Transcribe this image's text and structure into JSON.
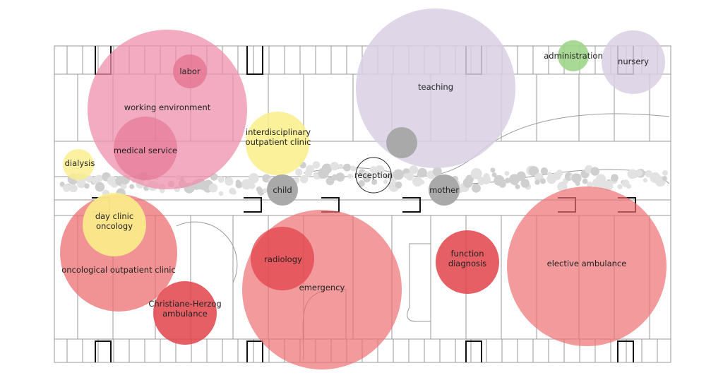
{
  "title": "hospital floor plan function diagram",
  "colors": {
    "pink": "#ee8fac",
    "pink_dark": "#e4718f",
    "yellow": "#fbee8a",
    "lavender": "#d9cfe4",
    "green": "#9fd68a",
    "red": "#ec6f72",
    "red_dark": "#e2434a",
    "gray": "#a9a9a9"
  },
  "zones": [
    {
      "id": "working-environment",
      "label": [
        "working environment"
      ],
      "color": "pink"
    },
    {
      "id": "labor",
      "label": [
        "labor"
      ],
      "color": "pink_dark"
    },
    {
      "id": "medical-service",
      "label": [
        "medical service"
      ],
      "color": "pink_dark"
    },
    {
      "id": "dialysis",
      "label": [
        "dialysis"
      ],
      "color": "yellow"
    },
    {
      "id": "interdisciplinary-outpatient-clinic",
      "label": [
        "interdisciplinary",
        "outpatient clinic"
      ],
      "color": "yellow"
    },
    {
      "id": "teaching",
      "label": [
        "teaching"
      ],
      "color": "lavender"
    },
    {
      "id": "administration",
      "label": [
        "administration"
      ],
      "color": "green"
    },
    {
      "id": "nursery",
      "label": [
        "nursery"
      ],
      "color": "lavender"
    },
    {
      "id": "reception",
      "label": [
        "reception"
      ],
      "color": "none"
    },
    {
      "id": "child",
      "label": [
        "child"
      ],
      "color": "gray"
    },
    {
      "id": "mother",
      "label": [
        "mother"
      ],
      "color": "gray"
    },
    {
      "id": "oncological-outpatient-clinic",
      "label": [
        "oncological outpatient clinic"
      ],
      "color": "red"
    },
    {
      "id": "day-clinic-oncology",
      "label": [
        "day clinic",
        "oncology"
      ],
      "color": "yellow"
    },
    {
      "id": "christiane-herzog-ambulance",
      "label": [
        "Christiane-Herzog",
        "ambulance"
      ],
      "color": "red_dark"
    },
    {
      "id": "emergency",
      "label": [
        "emergency"
      ],
      "color": "red"
    },
    {
      "id": "radiology",
      "label": [
        "radiology"
      ],
      "color": "red_dark"
    },
    {
      "id": "function-diagnosis",
      "label": [
        "function",
        "diagnosis"
      ],
      "color": "red_dark"
    },
    {
      "id": "elective-ambulance",
      "label": [
        "elective ambulance"
      ],
      "color": "red"
    }
  ]
}
